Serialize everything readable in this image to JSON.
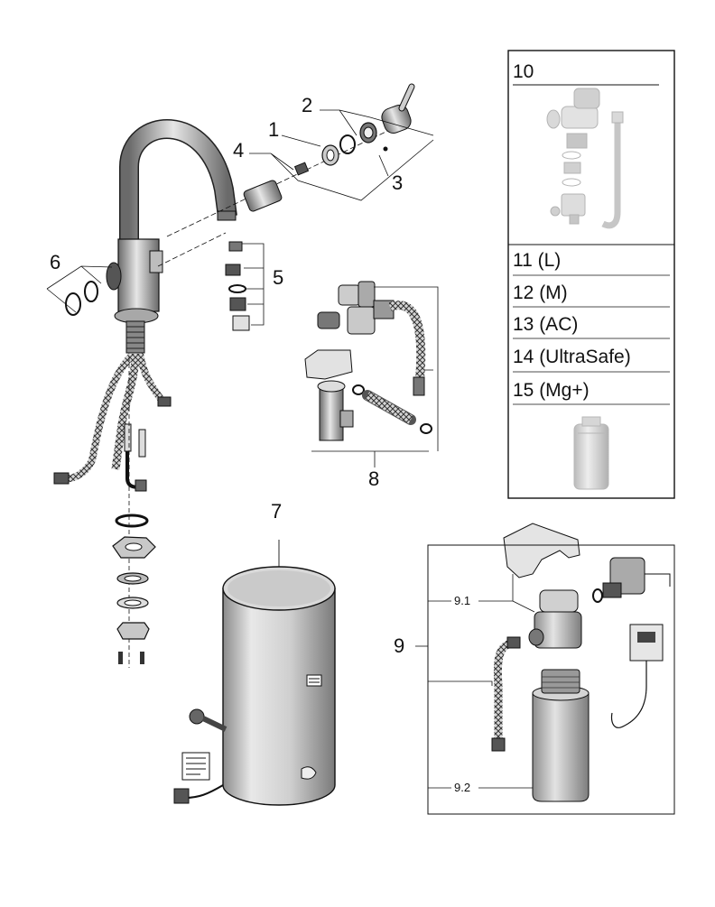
{
  "callouts": {
    "c1": "1",
    "c2": "2",
    "c3": "3",
    "c4": "4",
    "c5": "5",
    "c6": "6",
    "c7": "7",
    "c8": "8",
    "c9": "9",
    "c9_1": "9.1",
    "c9_2": "9.2"
  },
  "variant_box": {
    "header": "10",
    "rows": [
      "11 (L)",
      "12 (M)",
      "13 (AC)",
      "14 (UltraSafe)",
      "15 (Mg+)"
    ]
  },
  "colors": {
    "line": "#111111",
    "fill_light": "#e9e9e9",
    "fill_mid": "#c9c9c9",
    "fill_dark": "#6d6d6d",
    "ghost": "#b4b4b4"
  }
}
